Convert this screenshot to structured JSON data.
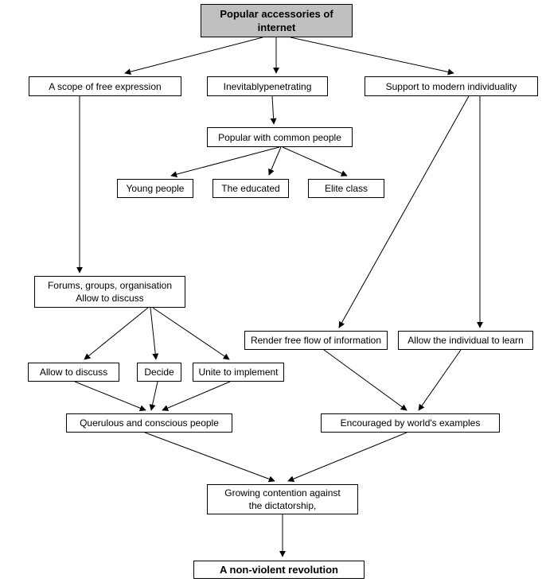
{
  "diagram": {
    "type": "flowchart",
    "colors": {
      "box_border": "#000000",
      "box_fill": "#ffffff",
      "title_fill": "#c0c0c0",
      "arrow": "#000000",
      "text": "#000000",
      "background": "#ffffff"
    },
    "nodes": {
      "title": {
        "label": "Popular accessories of\ninternet"
      },
      "scope": {
        "label": "A scope of free expression"
      },
      "inevitably": {
        "label": "Inevitablypenetrating"
      },
      "support": {
        "label": "Support to modern individuality"
      },
      "popular": {
        "label": "Popular with common people"
      },
      "young": {
        "label": "Young people"
      },
      "educated": {
        "label": "The educated"
      },
      "elite": {
        "label": "Elite class"
      },
      "forums": {
        "label": "Forums, groups, organisation\nAllow to discuss"
      },
      "allow_discuss": {
        "label": "Allow to discuss"
      },
      "decide": {
        "label": "Decide"
      },
      "unite": {
        "label": "Unite to implement"
      },
      "render": {
        "label": "Render free flow of information"
      },
      "learn": {
        "label": "Allow the individual to learn"
      },
      "querulous": {
        "label": "Querulous and conscious people"
      },
      "encouraged": {
        "label": "Encouraged by world's examples"
      },
      "growing": {
        "label": "Growing contention against\nthe dictatorship,"
      },
      "revolution": {
        "label": "A non-violent revolution"
      }
    },
    "edges": [
      {
        "from": "title",
        "to": "scope"
      },
      {
        "from": "title",
        "to": "inevitably"
      },
      {
        "from": "title",
        "to": "support"
      },
      {
        "from": "inevitably",
        "to": "popular"
      },
      {
        "from": "popular",
        "to": "young"
      },
      {
        "from": "popular",
        "to": "educated"
      },
      {
        "from": "popular",
        "to": "elite"
      },
      {
        "from": "scope",
        "to": "forums"
      },
      {
        "from": "support",
        "to": "render"
      },
      {
        "from": "support",
        "to": "learn"
      },
      {
        "from": "forums",
        "to": "allow_discuss"
      },
      {
        "from": "forums",
        "to": "decide"
      },
      {
        "from": "forums",
        "to": "unite"
      },
      {
        "from": "allow_discuss",
        "to": "querulous"
      },
      {
        "from": "decide",
        "to": "querulous"
      },
      {
        "from": "unite",
        "to": "querulous"
      },
      {
        "from": "render",
        "to": "encouraged"
      },
      {
        "from": "learn",
        "to": "encouraged"
      },
      {
        "from": "querulous",
        "to": "growing"
      },
      {
        "from": "encouraged",
        "to": "growing"
      },
      {
        "from": "growing",
        "to": "revolution"
      }
    ]
  }
}
